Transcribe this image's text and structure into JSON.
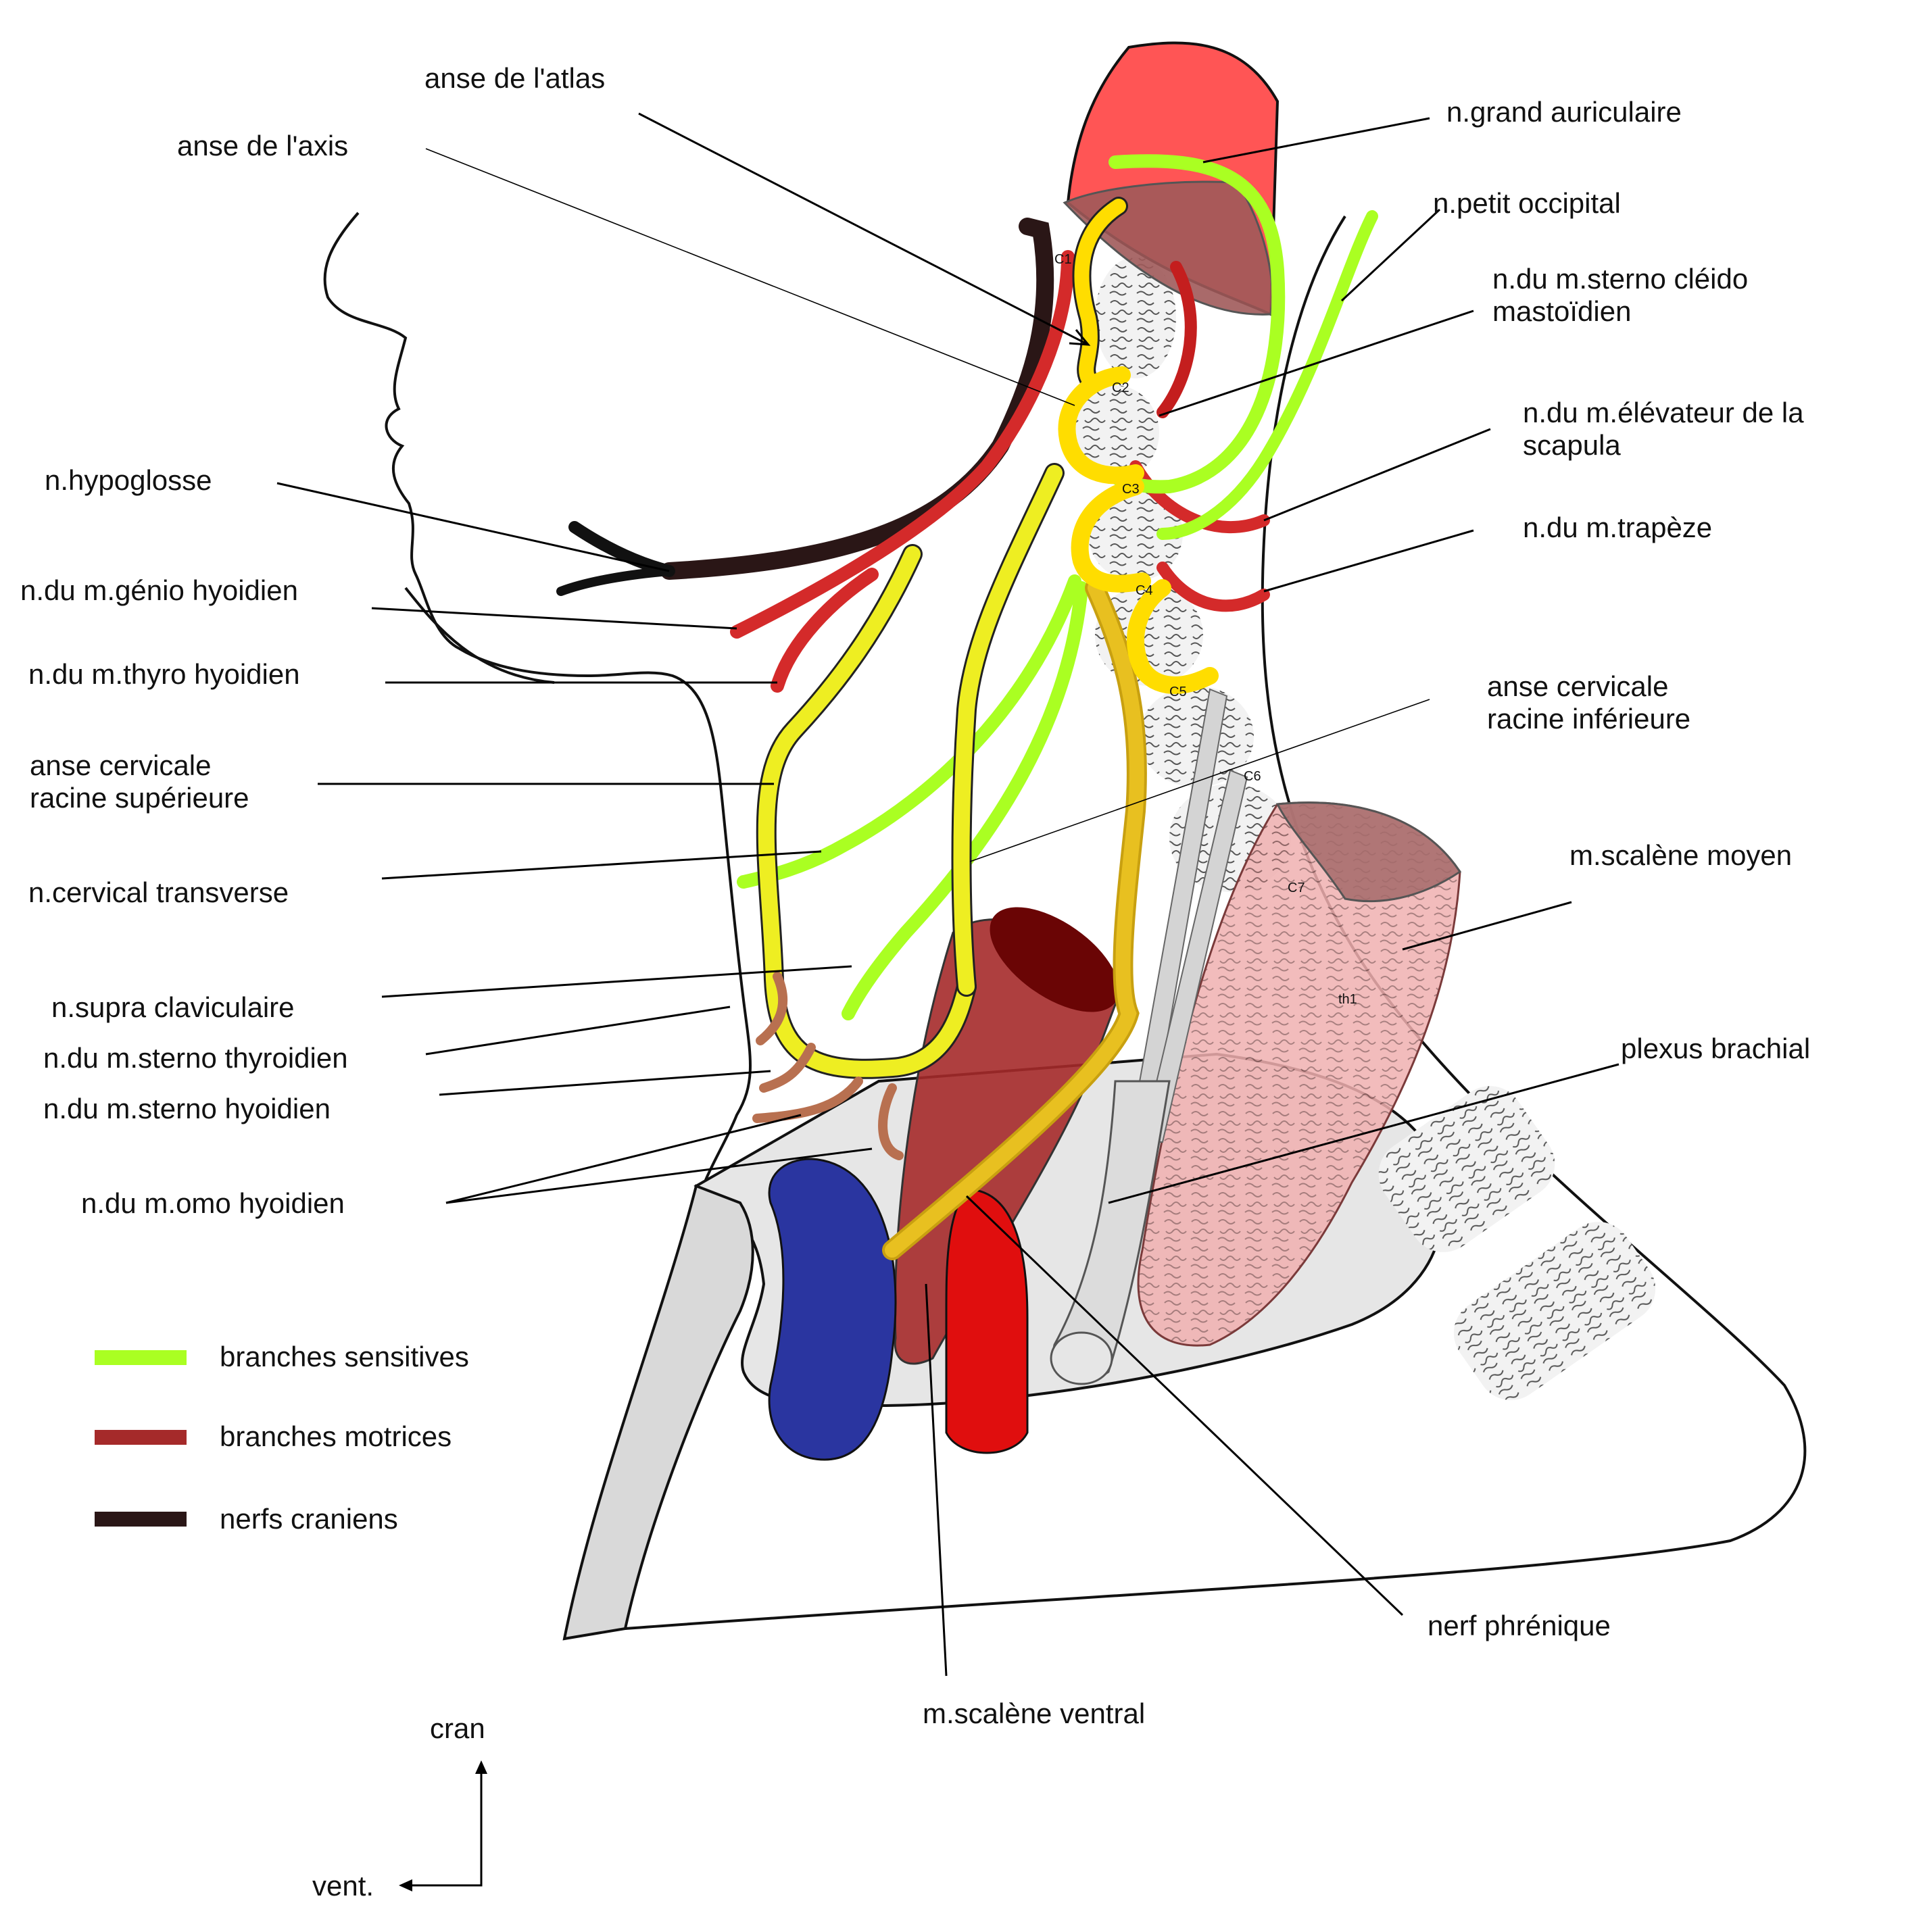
{
  "labels": {
    "anse_atlas": "anse de l'atlas",
    "anse_axis": "anse de l'axis",
    "n_hypoglosse": "n.hypoglosse",
    "n_genio_hyoidien": "n.du m.génio hyoidien",
    "n_thyro_hyoidien": "n.du m.thyro hyoidien",
    "anse_cervicale_sup": [
      "anse cervicale",
      "racine supérieure"
    ],
    "n_cervical_transverse": "n.cervical transverse",
    "n_supra_claviculaire": "n.supra claviculaire",
    "n_sterno_thyroidien": "n.du m.sterno thyroidien",
    "n_sterno_hyoidien": "n.du m.sterno hyoidien",
    "n_omo_hyoidien": "n.du m.omo hyoidien",
    "n_grand_auriculaire": "n.grand auriculaire",
    "n_petit_occipital": "n.petit occipital",
    "n_scm": [
      "n.du m.sterno cléido",
      "mastoïdien"
    ],
    "n_elevateur": [
      "n.du m.élévateur de la",
      "scapula"
    ],
    "n_trapeze": "n.du m.trapèze",
    "anse_cervicale_inf": [
      "anse cervicale",
      "racine inférieure"
    ],
    "m_scalene_moyen": "m.scalène moyen",
    "plexus_brachial": "plexus brachial",
    "nerf_phrenique": "nerf phrénique",
    "m_scalene_ventral": "m.scalène ventral"
  },
  "vertebrae": [
    "C1",
    "C2",
    "C3",
    "C4",
    "C5",
    "C6",
    "C7",
    "th1"
  ],
  "legend": [
    {
      "label": "branches sensitives",
      "color": "#aaff22"
    },
    {
      "label": "branches motrices",
      "color": "#a52a2a"
    },
    {
      "label": "nerfs craniens",
      "color": "#2a1616"
    }
  ],
  "orientation": {
    "up": "cran",
    "left": "vent."
  },
  "colors": {
    "sensory": "#aaff22",
    "motor": "#d42a2a",
    "cranial": "#2a1616",
    "ansa": "#eeee22",
    "plexus": "#ffdd00",
    "vein": "#2a35a0",
    "artery": "#e00e0e",
    "muscle": "#f0aaaa"
  }
}
